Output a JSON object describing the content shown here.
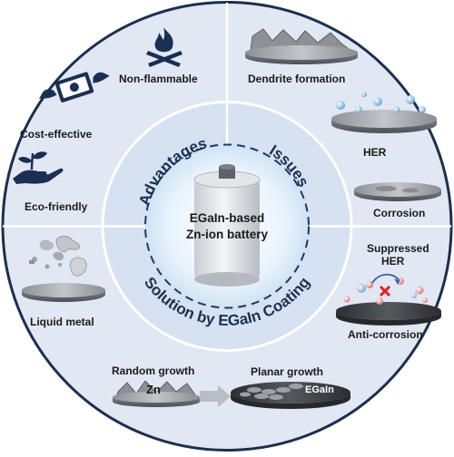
{
  "center": {
    "line1": "EGaIn-based",
    "line2": "Zn-ion battery"
  },
  "ring": {
    "advantages": "Advantages",
    "issues": "Issues",
    "solution": "Solution by EGaIn Coating"
  },
  "advantages": {
    "non_flammable": "Non-flammable",
    "cost_effective": "Cost-effective",
    "eco_friendly": "Eco-friendly"
  },
  "issues": {
    "dendrite": "Dendrite formation",
    "her": "HER",
    "corrosion": "Corrosion"
  },
  "solution": {
    "liquid_metal": "Liquid metal",
    "suppressed_her_1": "Suppressed",
    "suppressed_her_2": "HER",
    "anti_corrosion": "Anti-corrosion",
    "random_growth": "Random growth",
    "planar_growth": "Planar growth",
    "zn": "Zn",
    "egain": "EGaIn"
  },
  "icons": [
    "fire-icon",
    "money-wings-icon",
    "hand-plant-icon",
    "battery-icon"
  ],
  "colors": {
    "outer_ring": "#e1e8f3",
    "inner_ring": "#d6e1f1",
    "outline": "#1c2f4e",
    "center": "#e8f2fb"
  }
}
